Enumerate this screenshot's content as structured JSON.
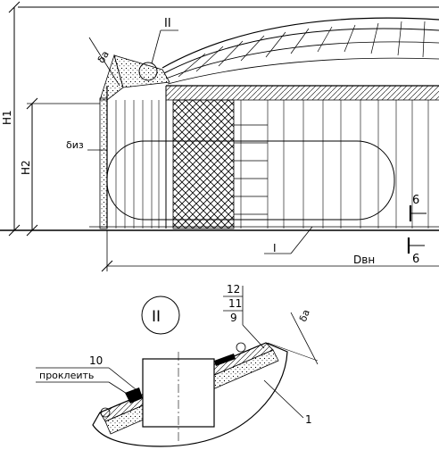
{
  "labels": {
    "detail_ref_top": "II",
    "dim_h1": "H1",
    "dim_h2": "H2",
    "dim_diz": "δиз",
    "dim_da_top": "δа",
    "section_ref_bottom": "I",
    "section_mark_6_upper": "6",
    "section_mark_6_lower": "6",
    "dim_dvn": "Dвн",
    "detail_circle_II": "II",
    "callout_12": "12",
    "callout_11": "11",
    "callout_9": "9",
    "dim_da_detail": "δа",
    "callout_10": "10",
    "note_glue": "проклеить",
    "callout_1": "1"
  }
}
